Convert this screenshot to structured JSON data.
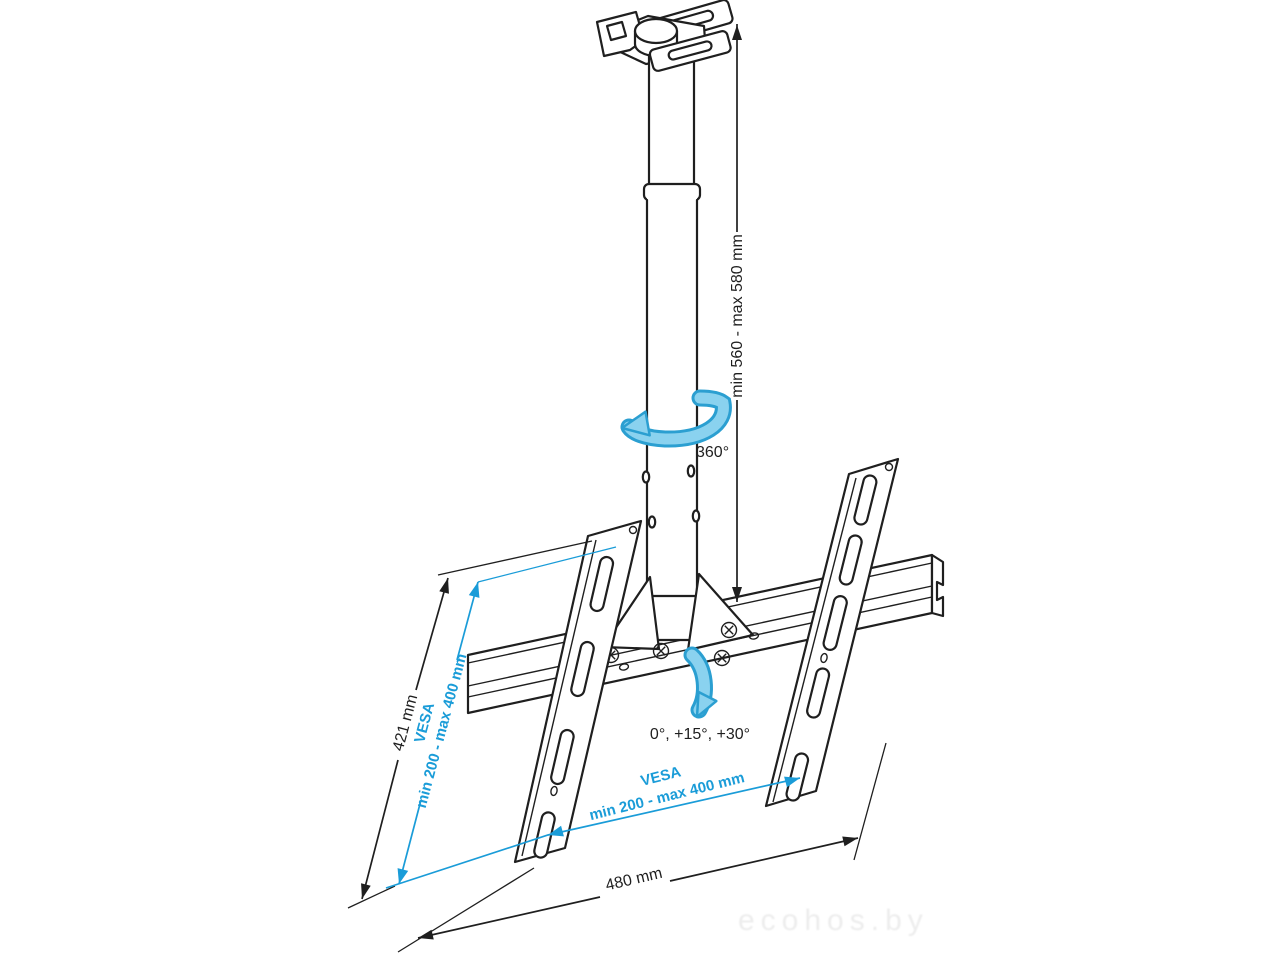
{
  "diagram": {
    "labels": {
      "pole_height": "min 560 - max 580 mm",
      "rotation": "360°",
      "tilt_angles": "0°, +15°, +30°",
      "bracket_height": "421 mm",
      "vesa_side": {
        "line1": "VESA",
        "line2": "min 200 - max 400 mm"
      },
      "vesa_bottom": {
        "line1": "VESA",
        "line2": "min 200 - max 400 mm"
      },
      "bracket_width": "480 mm"
    },
    "colors": {
      "line": "#1f1f1f",
      "accent": "#1a9cd8",
      "arrow_fill": "#8ad2ef",
      "arrow_outline": "#2b9fd1"
    },
    "watermark": "ecohos.by"
  }
}
